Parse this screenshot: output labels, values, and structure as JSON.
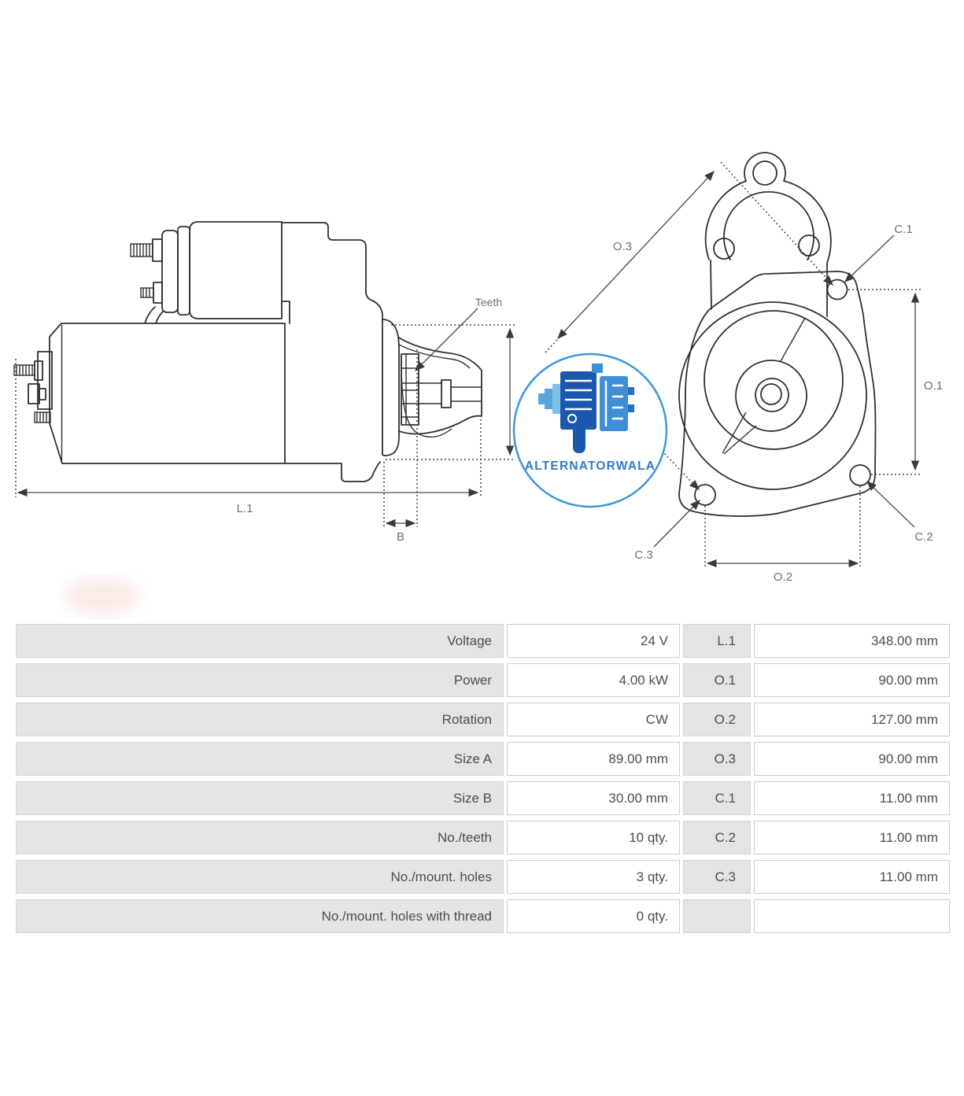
{
  "logo": {
    "text": "ALTERNATORWALA",
    "icon": "starter-motor-icon",
    "ring_color": "#3d96d9",
    "text_color": "#2a7cc9",
    "icon_dark_blue": "#1b57ae",
    "icon_light_blue": "#3f8fd8"
  },
  "diagram": {
    "line_color": "#303030",
    "dim_color": "#4a4a4a",
    "label_color": "#6b6f73",
    "side_view": {
      "labels": {
        "teeth": "Teeth",
        "l1": "L.1",
        "b": "B"
      }
    },
    "front_view": {
      "labels": {
        "o3": "O.3",
        "c1": "C.1",
        "o1": "O.1",
        "c2": "C.2",
        "c3": "C.3",
        "o2": "O.2"
      }
    }
  },
  "table": {
    "rows": [
      {
        "label": "Voltage",
        "value": "24 V",
        "dim": "L.1",
        "dim_value": "348.00 mm"
      },
      {
        "label": "Power",
        "value": "4.00 kW",
        "dim": "O.1",
        "dim_value": "90.00 mm"
      },
      {
        "label": "Rotation",
        "value": "CW",
        "dim": "O.2",
        "dim_value": "127.00 mm"
      },
      {
        "label": "Size A",
        "value": "89.00 mm",
        "dim": "O.3",
        "dim_value": "90.00 mm"
      },
      {
        "label": "Size B",
        "value": "30.00 mm",
        "dim": "C.1",
        "dim_value": "11.00 mm"
      },
      {
        "label": "No./teeth",
        "value": "10 qty.",
        "dim": "C.2",
        "dim_value": "11.00 mm"
      },
      {
        "label": "No./mount. holes",
        "value": "3 qty.",
        "dim": "C.3",
        "dim_value": "11.00 mm"
      },
      {
        "label": "No./mount. holes with thread",
        "value": "0 qty.",
        "dim": "",
        "dim_value": ""
      }
    ]
  }
}
